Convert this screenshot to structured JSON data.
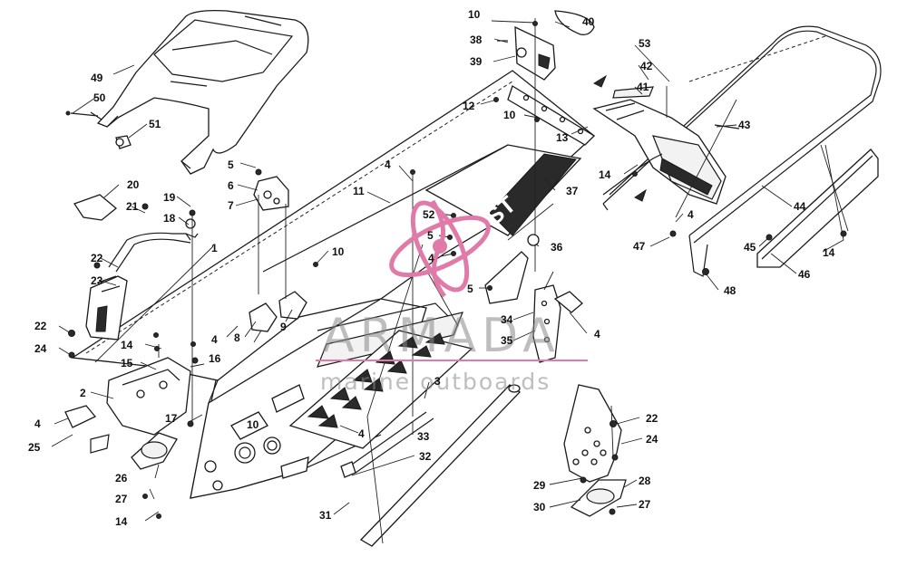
{
  "diagram": {
    "callouts": [
      "1",
      "2",
      "3",
      "4",
      "5",
      "6",
      "7",
      "8",
      "9",
      "10",
      "11",
      "12",
      "13",
      "14",
      "15",
      "16",
      "17",
      "18",
      "19",
      "20",
      "21",
      "22",
      "23",
      "24",
      "25",
      "26",
      "27",
      "28",
      "29",
      "30",
      "31",
      "32",
      "33",
      "34",
      "35",
      "36",
      "37",
      "38",
      "39",
      "40",
      "41",
      "42",
      "43",
      "44",
      "45",
      "46",
      "47",
      "48",
      "49",
      "50",
      "51",
      "52",
      "53"
    ],
    "decal_text": "ST"
  },
  "watermark": {
    "brand": "ARMADA",
    "tagline": "marine outboards",
    "brand_color": "#e07aa8"
  }
}
